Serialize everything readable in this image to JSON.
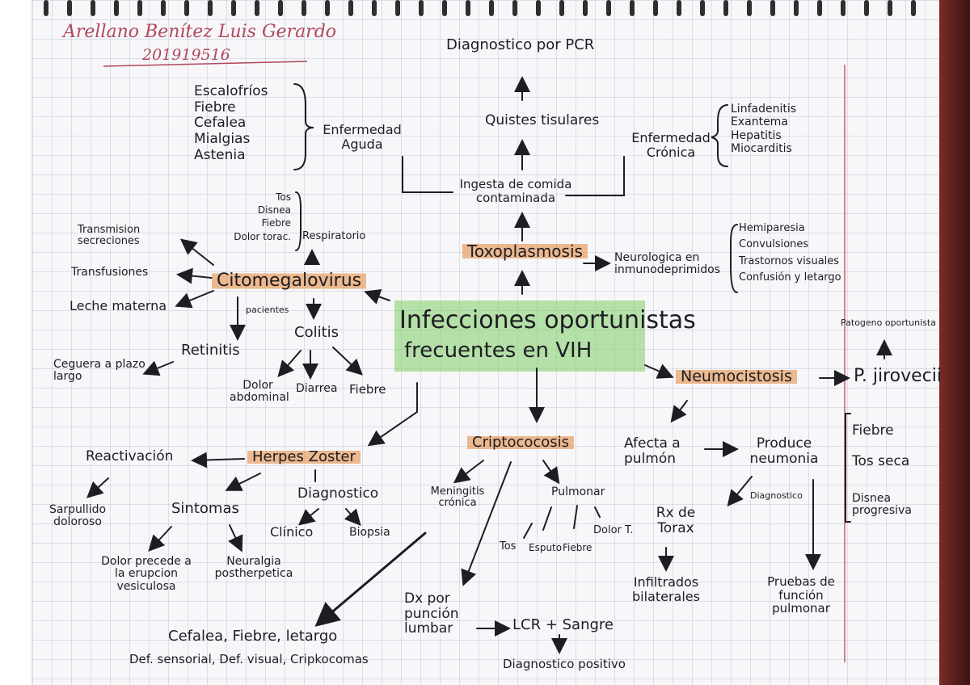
{
  "colors": {
    "ink": "#1d1d23",
    "author_ink": "#b0475b",
    "highlight_orange": "#e89e60",
    "highlight_green": "#80cd64",
    "margin_line": "#c8505a"
  },
  "header": {
    "author": "Arellano Benítez Luis Gerardo",
    "student_id": "201919516"
  },
  "center": {
    "line1": "Infecciones oportunistas",
    "line2": "frecuentes en VIH"
  },
  "toxo": {
    "title": "Toxoplasmosis",
    "ingesta": "Ingesta de comida contaminada",
    "quistes": "Quistes tisulares",
    "diagnostico": "Diagnostico por PCR",
    "aguda": "Enfermedad Aguda",
    "aguda_sintomas": [
      "Escalofríos",
      "Fiebre",
      "Cefalea",
      "Mialgias",
      "Astenia"
    ],
    "cronica": "Enfermedad Crónica",
    "cronica_sintomas": [
      "Linfadenitis",
      "Exantema",
      "Hepatitis",
      "Miocarditis"
    ],
    "neuro": "Neurologica en inmunodeprimidos",
    "neuro_sintomas": [
      "Hemiparesia",
      "Convulsiones",
      "Trastornos visuales",
      "Confusión y letargo"
    ]
  },
  "cmv": {
    "title": "Citomegalovirus",
    "transmision": "Transmision secreciones",
    "transfusiones": "Transfusiones",
    "leche": "Leche materna",
    "respiratorio": "Respiratorio",
    "resp_sintomas": [
      "Tos",
      "Disnea",
      "Fiebre",
      "Dolor torac."
    ],
    "pacientes": "pacientes",
    "retinitis": "Retinitis",
    "ceguera": "Ceguera a plazo largo",
    "colitis": "Colitis",
    "colitis_sintomas": [
      "Dolor abdominal",
      "Diarrea",
      "Fiebre"
    ]
  },
  "herpes": {
    "title": "Herpes Zoster",
    "reactivacion": "Reactivación",
    "sarpullido": "Sarpullido doloroso",
    "sintomas": "Sintomas",
    "dolor": "Dolor precede a la erupcion vesiculosa",
    "neuralgia": "Neuralgia postherpetica",
    "diagnostico": "Diagnostico",
    "clinico": "Clínico",
    "biopsia": "Biopsia"
  },
  "cripto": {
    "title": "Criptococosis",
    "meningitis": "Meningitis crónica",
    "meningitis_sintomas": "Cefalea, Fiebre, letargo",
    "meningitis_defs": "Def. sensorial, Def. visual, Cripkocomas",
    "pulmonar": "Pulmonar",
    "pulmonar_sintomas": [
      "Tos",
      "Esputo",
      "Fiebre",
      "Dolor T."
    ],
    "dx": "Dx por punción lumbar",
    "lcr": "LCR + Sangre",
    "positivo": "Diagnostico positivo"
  },
  "neumo": {
    "title": "Neumocistosis",
    "pj": "P. jirovecii",
    "patogeno": "Patogeno oportunista",
    "sintomas": [
      "Fiebre",
      "Tos seca",
      "Disnea progresiva"
    ],
    "afecta": "Afecta a pulmón",
    "produce": "Produce neumonia",
    "diagnostico": "Diagnostico",
    "rx": "Rx de Torax",
    "infiltrados": "Infiltrados bilaterales",
    "pruebas": "Pruebas de función pulmonar"
  }
}
